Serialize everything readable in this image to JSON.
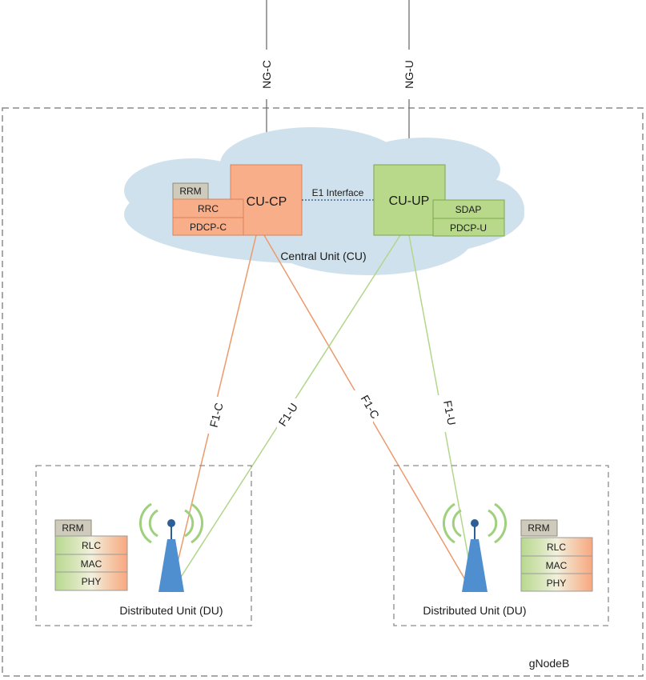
{
  "interfaces": {
    "ng_c": "NG-C",
    "ng_u": "NG-U",
    "e1": "E1 Interface",
    "f1c_left": "F1-C",
    "f1u_left": "F1-U",
    "f1c_right": "F1-C",
    "f1u_right": "F1-U"
  },
  "cu": {
    "label": "Central Unit (CU)",
    "cp": {
      "title": "CU-CP",
      "rrm": "RRM",
      "layers": [
        "RRC",
        "PDCP-C"
      ]
    },
    "up": {
      "title": "CU-UP",
      "layers": [
        "SDAP",
        "PDCP-U"
      ]
    }
  },
  "du_left": {
    "label": "Distributed Unit (DU)",
    "rrm": "RRM",
    "layers": [
      "RLC",
      "MAC",
      "PHY"
    ]
  },
  "du_right": {
    "label": "Distributed Unit (DU)",
    "rrm": "RRM",
    "layers": [
      "RLC",
      "MAC",
      "PHY"
    ]
  },
  "gnodeb": {
    "label": "gNodeB"
  },
  "colors": {
    "orange_fill": "#f9ae8a",
    "orange_stroke": "#d9815a",
    "green_fill": "#b8d98a",
    "green_stroke": "#7ea64d",
    "rrm_fill": "#cfcbbc",
    "cloud_fill": "#cfe1ec",
    "f1c_line": "#ec9a6c",
    "f1u_line": "#b2d68b",
    "tower": "#4f8fd0",
    "waves": "#9fd07d"
  }
}
